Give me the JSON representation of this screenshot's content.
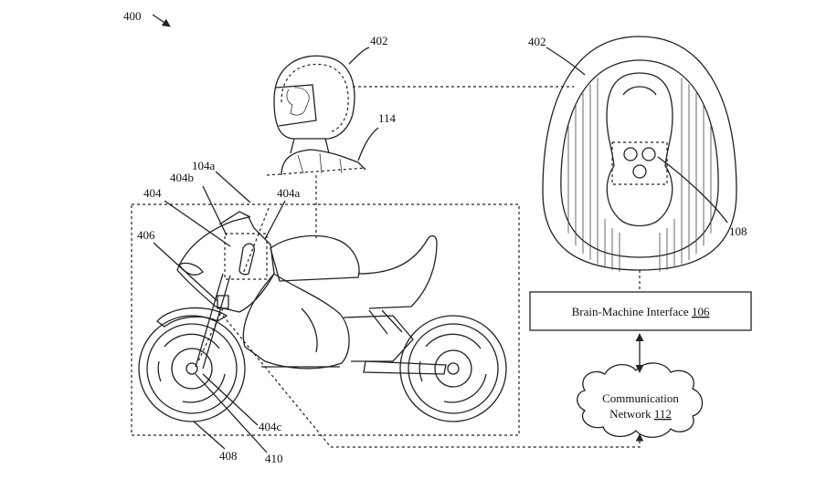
{
  "figure": {
    "ref": "400"
  },
  "labels": {
    "helmet_side": "402",
    "helmet_top": "402",
    "rider": "114",
    "l104a": "104a",
    "l404b": "404b",
    "l404": "404",
    "l404a": "404a",
    "l406": "406",
    "l404c": "404c",
    "l408": "408",
    "l410": "410",
    "l108": "108"
  },
  "bmi": {
    "text": "Brain-Machine Interface ",
    "ref": "106"
  },
  "network": {
    "line1": "Communication",
    "line2": "Network ",
    "ref": "112"
  }
}
